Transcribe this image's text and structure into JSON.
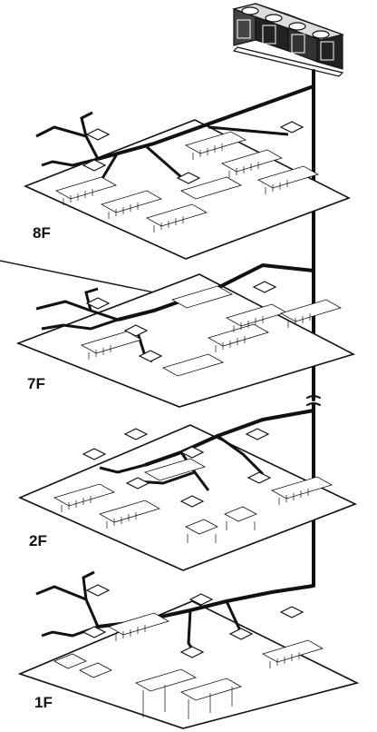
{
  "floors": [
    {
      "label": "8F"
    },
    {
      "label": "7F"
    },
    {
      "label": "2F"
    },
    {
      "label": "1F"
    }
  ]
}
